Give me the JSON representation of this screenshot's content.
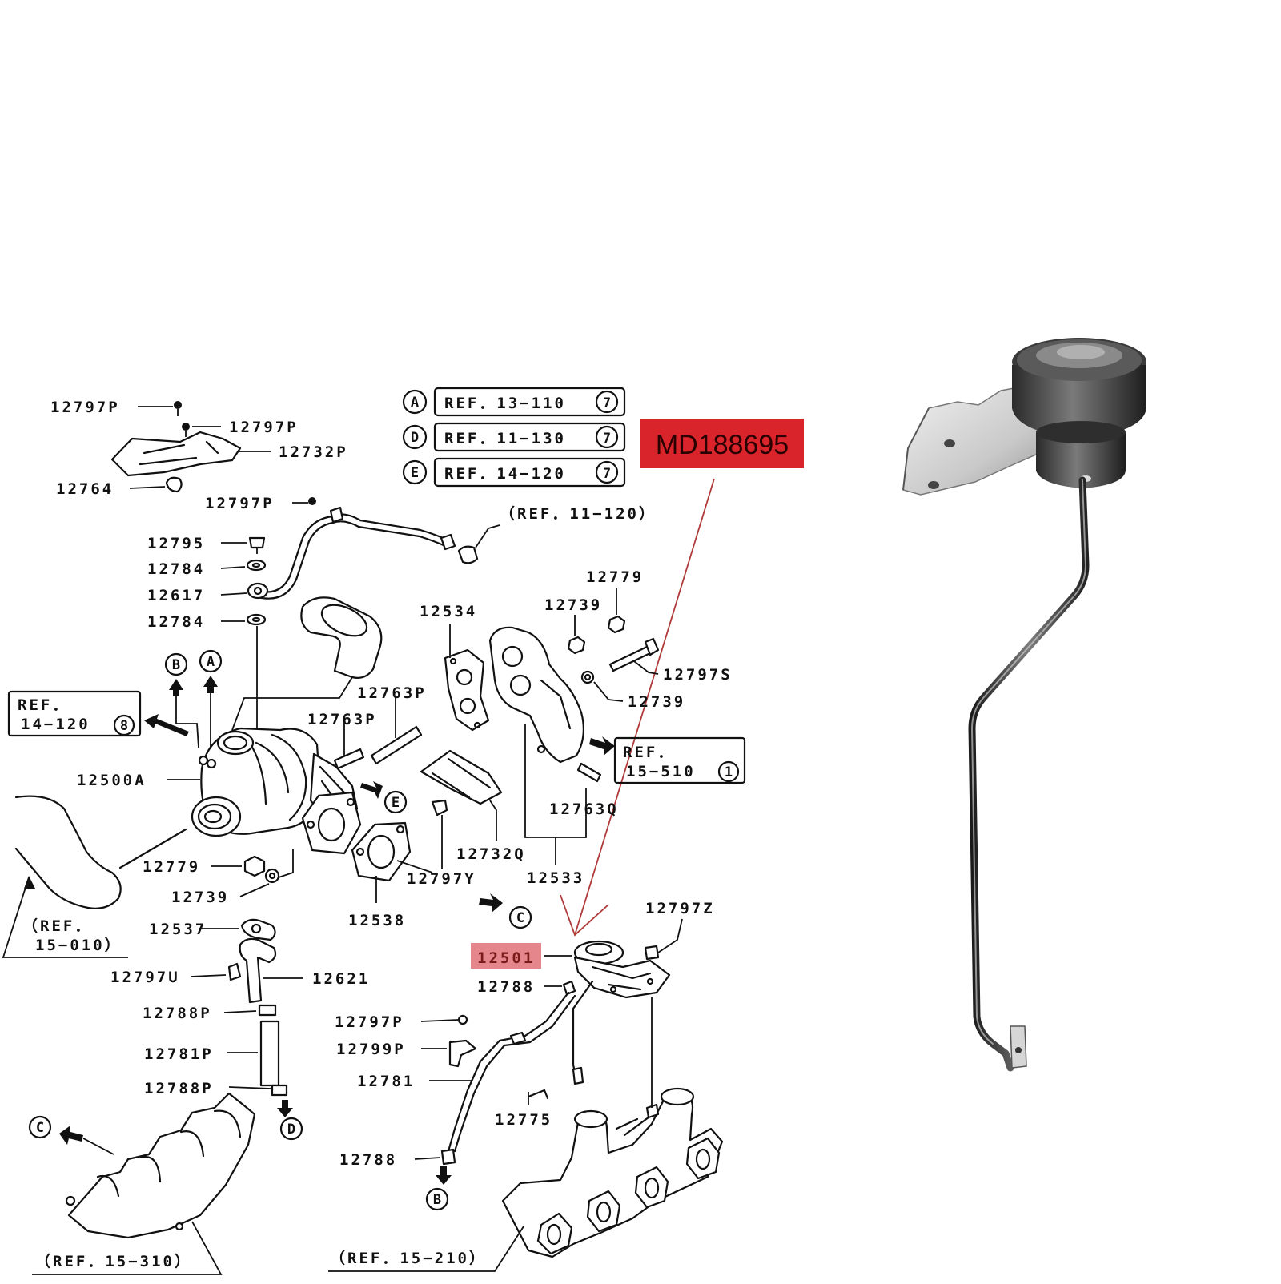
{
  "callout": {
    "main_part_number": "MD188695",
    "highlight_color": "#d9242c"
  },
  "highlighted_part": "12501",
  "ref_legend": [
    {
      "letter": "A",
      "text": "REF．13−110",
      "num": "7"
    },
    {
      "letter": "D",
      "text": "REF．11−130",
      "num": "7"
    },
    {
      "letter": "E",
      "text": "REF．14−120",
      "num": "7"
    }
  ],
  "ref_boxes": [
    {
      "line1": "REF．",
      "line2": "14−120",
      "num": "8"
    },
    {
      "line1": "REF．",
      "line2": "15−510",
      "num": "1"
    }
  ],
  "ref_notes": {
    "r11_120": "（REF．11−120）",
    "r15_010_a": "（REF．",
    "r15_010_b": "15−010）",
    "r15_310": "（REF．15−310）",
    "r15_210": "（REF．15−210）"
  },
  "labels": {
    "p12797P_1": "12797P",
    "p12797P_2": "12797P",
    "p12732P": "12732P",
    "p12764": "12764",
    "p12797P_3": "12797P",
    "p12795": "12795",
    "p12784_1": "12784",
    "p12617": "12617",
    "p12784_2": "12784",
    "p12534": "12534",
    "p12779_1": "12779",
    "p12739_1": "12739",
    "p12797S": "12797S",
    "p12739_2": "12739",
    "p12763P_1": "12763P",
    "p12763P_2": "12763P",
    "p12500A": "12500A",
    "p12763Q": "12763Q",
    "p12732Q": "12732Q",
    "p12533": "12533",
    "p12779_2": "12779",
    "p12739_3": "12739",
    "p12538": "12538",
    "p12797Y": "12797Y",
    "p12537": "12537",
    "p12797Z": "12797Z",
    "p12797U": "12797U",
    "p12621": "12621",
    "p12788_1": "12788",
    "p12788P_1": "12788P",
    "p12797P_4": "12797P",
    "p12799P": "12799P",
    "p12781P": "12781P",
    "p12781": "12781",
    "p12788P_2": "12788P",
    "p12775": "12775",
    "p12788_2": "12788"
  },
  "markers": {
    "B1": "B",
    "A1": "A",
    "E1": "E",
    "C1": "C",
    "D1": "D",
    "C2": "C",
    "B2": "B"
  }
}
